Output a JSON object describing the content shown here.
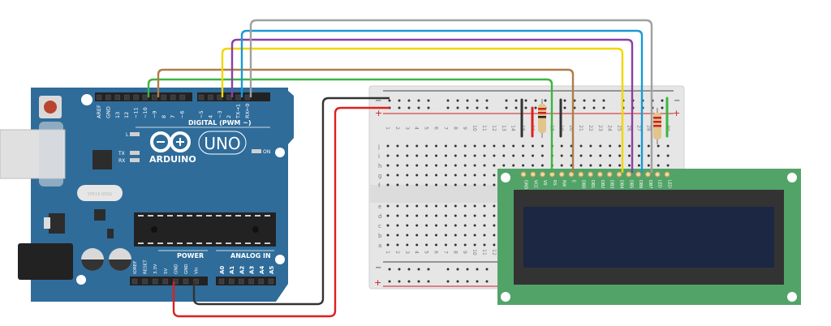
{
  "arduino": {
    "brand": "ARDUINO",
    "model": "UNO",
    "board_color": "#2f6c9a",
    "digital_header_label": "DIGITAL (PWM ~)",
    "digital_pins": [
      "AREF",
      "GND",
      "13",
      "12",
      "~11",
      "~10",
      "~9",
      "8",
      "7",
      "~6",
      "~5",
      "4",
      "~3",
      "2",
      "TX→1",
      "RX←0"
    ],
    "power_header_label": "POWER",
    "power_pins": [
      "IOREF",
      "RESET",
      "3.3V",
      "5V",
      "GND",
      "GND",
      "Vin"
    ],
    "analog_header_label": "ANALOG IN",
    "analog_pins": [
      "A0",
      "A1",
      "A2",
      "A3",
      "A4",
      "A5"
    ],
    "led_labels": [
      "L",
      "TX",
      "RX"
    ],
    "on_label": "ON",
    "crystal_label": "SPK16.000G"
  },
  "breadboard": {
    "columns": [
      "1",
      "2",
      "3",
      "4",
      "5",
      "6",
      "7",
      "8",
      "9",
      "10",
      "11",
      "12",
      "13",
      "14",
      "15",
      "16",
      "17",
      "18",
      "19",
      "20",
      "21",
      "22",
      "23",
      "24",
      "25",
      "26",
      "27",
      "28",
      "29",
      "30"
    ],
    "rows_top": [
      "j",
      "i",
      "h",
      "g",
      "f"
    ],
    "rows_bottom": [
      "e",
      "d",
      "c",
      "b",
      "a"
    ],
    "rail_minus": "−",
    "rail_plus": "+"
  },
  "lcd": {
    "pins": [
      "GND",
      "VCC",
      "V0",
      "RS",
      "RW",
      "E",
      "DB0",
      "DB1",
      "DB2",
      "DB3",
      "DB4",
      "DB5",
      "DB6",
      "DB7",
      "LED",
      "LED"
    ],
    "pcb_color": "#52a368",
    "screen_color": "#1c2744",
    "bezel_color": "#333333"
  },
  "wires": [
    {
      "name": "wire-green",
      "color": "#3cb543",
      "from": "Arduino 12",
      "to": "LCD RS"
    },
    {
      "name": "wire-brown",
      "color": "#b07c4a",
      "from": "Arduino ~11",
      "to": "LCD E"
    },
    {
      "name": "wire-yellow",
      "color": "#f2d600",
      "from": "Arduino ~5",
      "to": "LCD DB4"
    },
    {
      "name": "wire-purple",
      "color": "#8b3fa6",
      "from": "Arduino 4",
      "to": "LCD DB5"
    },
    {
      "name": "wire-blue",
      "color": "#1a9ad6",
      "from": "Arduino ~3",
      "to": "LCD DB6"
    },
    {
      "name": "wire-gray",
      "color": "#a0a0a0",
      "from": "Arduino 2",
      "to": "LCD DB7"
    },
    {
      "name": "wire-black",
      "color": "#333333",
      "from": "Arduino GND",
      "to": "Breadboard − rail"
    },
    {
      "name": "wire-red",
      "color": "#e01e1e",
      "from": "Arduino 5V",
      "to": "Breadboard + rail"
    }
  ],
  "resistors": [
    {
      "name": "resistor-contrast",
      "bands": [
        "#cc2020",
        "#cc2020",
        "#222222"
      ]
    },
    {
      "name": "resistor-backlight",
      "bands": [
        "#cc2020",
        "#cc2020",
        "#cc2020"
      ]
    }
  ]
}
